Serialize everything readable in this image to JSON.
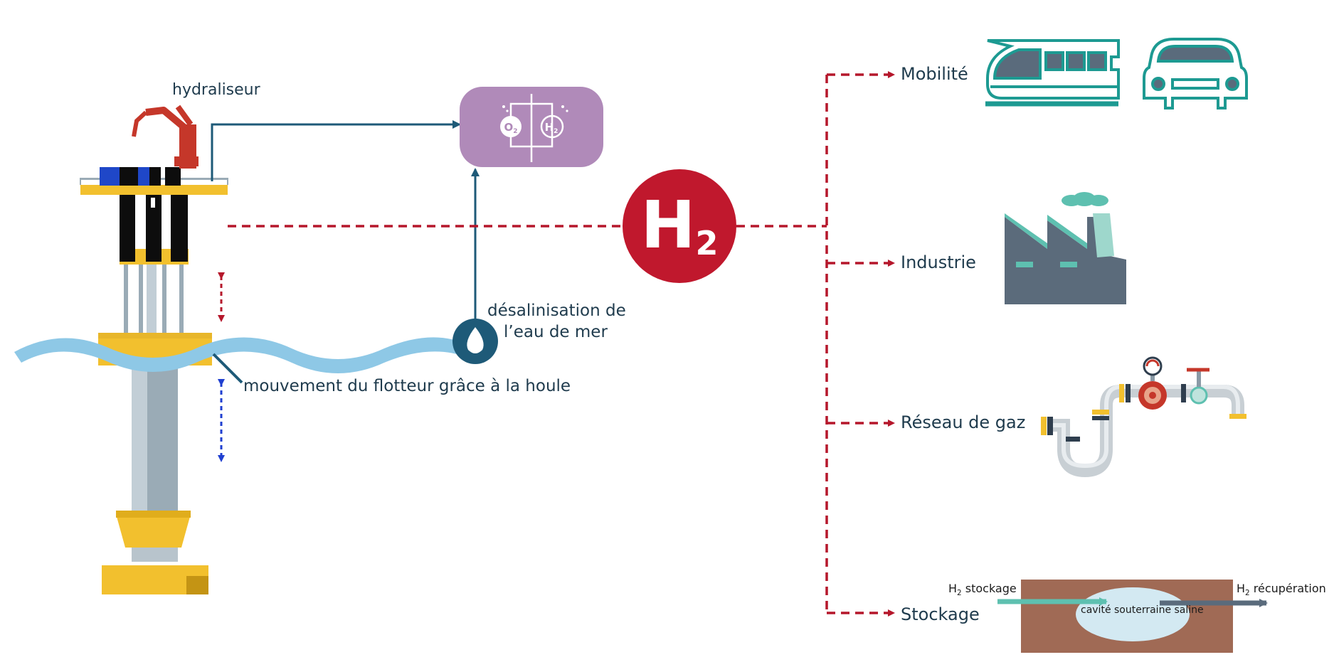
{
  "labels": {
    "hydraliseur": "hydraliseur",
    "desalination_line1": "désalinisation de",
    "desalination_line2": "l’eau de mer",
    "float_movement": "mouvement du flotteur grâce à la houle",
    "h2_symbol": "H",
    "h2_subscript": "2",
    "electrolyser_o2": "O",
    "electrolyser_h2": "H",
    "electrolyser_sub": "2"
  },
  "uses": {
    "mobility": "Mobilité",
    "industry": "Industrie",
    "gas_network": "Réseau de gaz",
    "storage": "Stockage"
  },
  "storage_detail": {
    "h2_prefix": "H",
    "h2_sub": "2",
    "injection_label": "stockage",
    "recovery_label": "récupération",
    "cavity_label": "cavité souterraine saline"
  },
  "colors": {
    "dashed_red": "#b5172b",
    "navy_arrow": "#1e5a78",
    "h2_circle": "#c0182d",
    "electrolyser": "#b08ab9",
    "wave": "#8ec8e6",
    "float_yellow": "#f2c02e",
    "teal": "#1d9a92",
    "factory": "#5b6b7b",
    "soil": "#a06a55",
    "cavity": "#d3e9f2"
  },
  "icons": [
    "crane-icon",
    "electrolyser-icon",
    "water-drop-icon",
    "train-icon",
    "car-icon",
    "factory-icon",
    "pipeline-icon"
  ]
}
